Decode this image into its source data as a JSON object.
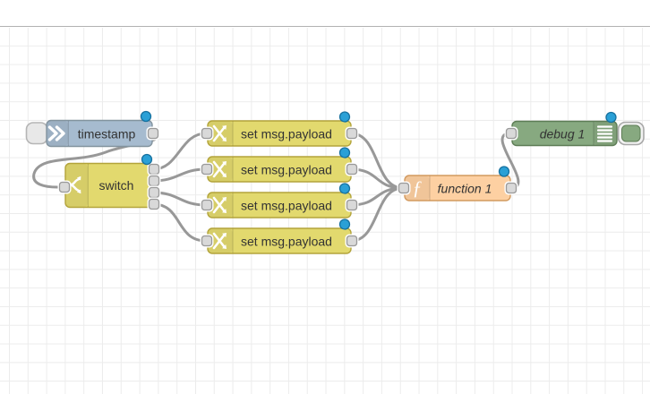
{
  "editor": {
    "surface": "node-red-flow-canvas",
    "grid_visible": true
  },
  "colors": {
    "canvas_background": "#ffffff",
    "grid_line": "#ececec",
    "header_border": "#b2b2b2",
    "wire": "#989898",
    "port_fill": "#d9d9d9",
    "port_border": "#999999",
    "status_changed_dot_fill": "#2aa0d6",
    "status_changed_dot_border": "#17719f",
    "inject_node": "#a6bbcf",
    "switch_node": "#e2d96e",
    "change_node": "#e2d96e",
    "function_node": "#fdd0a2",
    "debug_node": "#87a980"
  },
  "icons": {
    "inject": "inject-arrow-icon",
    "switch": "fork-branch-icon",
    "change": "shuffle-crossed-arrows-icon",
    "function_glyph": "ƒ",
    "debug": "console-lines-icon"
  },
  "nodes": {
    "inject": {
      "label": "timestamp",
      "type": "inject",
      "status": "changed",
      "has_button": true
    },
    "switch": {
      "label": "switch",
      "type": "switch",
      "outputs": 4,
      "status": "changed"
    },
    "changes": [
      {
        "label": "set msg.payload",
        "type": "change",
        "status": "changed"
      },
      {
        "label": "set msg.payload",
        "type": "change",
        "status": "changed"
      },
      {
        "label": "set msg.payload",
        "type": "change",
        "status": "changed"
      },
      {
        "label": "set msg.payload",
        "type": "change",
        "status": "changed"
      }
    ],
    "function": {
      "label": "function 1",
      "type": "function",
      "status": "changed"
    },
    "debug": {
      "label": "debug 1",
      "type": "debug",
      "status": "changed",
      "toggle_enabled": true
    }
  },
  "connections": [
    {
      "from": "timestamp",
      "to": "switch"
    },
    {
      "from": "switch output 1",
      "to": "set msg.payload 1"
    },
    {
      "from": "switch output 2",
      "to": "set msg.payload 2"
    },
    {
      "from": "switch output 3",
      "to": "set msg.payload 3"
    },
    {
      "from": "switch output 4",
      "to": "set msg.payload 4"
    },
    {
      "from": "set msg.payload 1",
      "to": "function 1"
    },
    {
      "from": "set msg.payload 2",
      "to": "function 1"
    },
    {
      "from": "set msg.payload 3",
      "to": "function 1"
    },
    {
      "from": "set msg.payload 4",
      "to": "function 1"
    },
    {
      "from": "function 1",
      "to": "debug 1"
    }
  ]
}
